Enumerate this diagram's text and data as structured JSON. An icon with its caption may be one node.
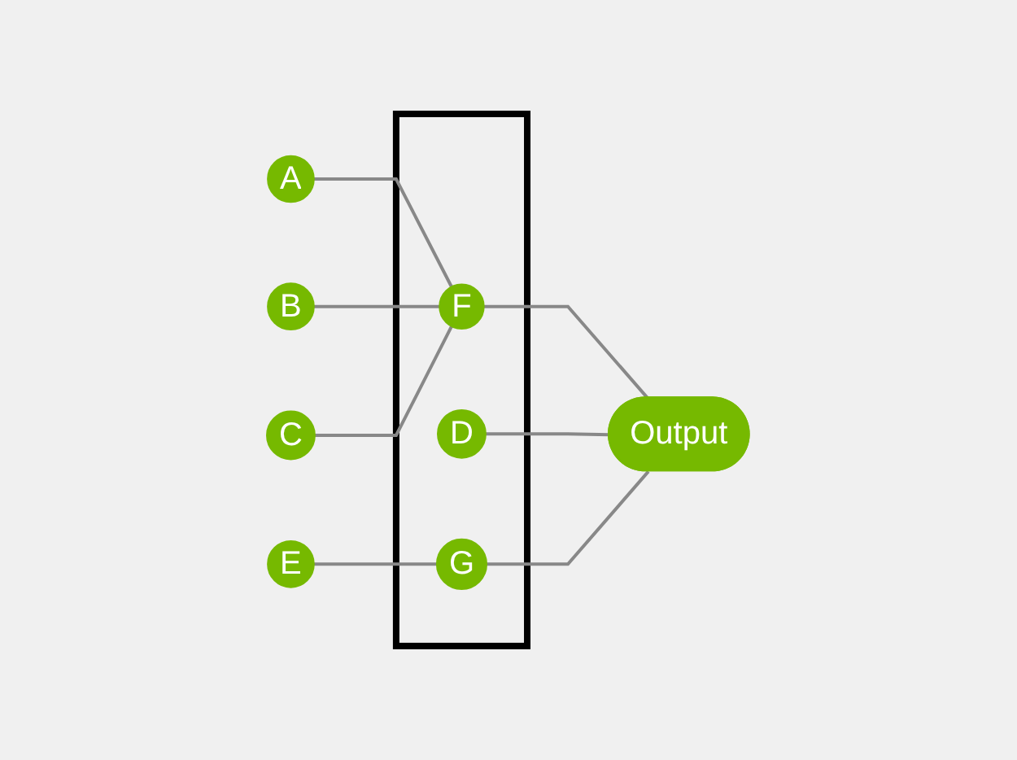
{
  "diagram": {
    "nodes": [
      {
        "text": [],
        "shape": "box"
      },
      {
        "text": [
          "A"
        ]
      },
      {
        "text": [
          "B"
        ]
      },
      {
        "text": [
          "C"
        ]
      },
      {
        "text": [
          "F"
        ],
        "in": 0
      },
      {
        "text": [
          "D"
        ],
        "in": 0
      },
      {
        "text": [
          "E"
        ]
      },
      {
        "text": [
          "G"
        ],
        "in": 0
      },
      {
        "text": [
          "Output"
        ]
      }
    ],
    "edges": [
      {
        "from": 1,
        "to": 4,
        "arrow": "none"
      },
      {
        "from": 2,
        "to": 4,
        "arrow": "none"
      },
      {
        "from": 3,
        "to": 4,
        "arrow": "none"
      },
      {
        "from": 4,
        "to": 8,
        "arrow": "none"
      },
      {
        "from": 5,
        "to": 8,
        "arrow": "none"
      },
      {
        "from": 6,
        "to": 7,
        "arrow": "none"
      },
      {
        "from": 7,
        "to": 8,
        "arrow": "none"
      }
    ]
  }
}
